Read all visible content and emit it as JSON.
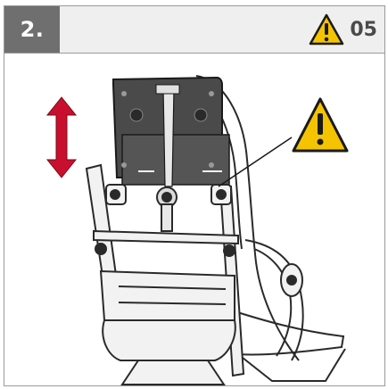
{
  "step": {
    "number": "2."
  },
  "warning": {
    "code": "05",
    "icon": "warning-triangle-icon"
  },
  "colors": {
    "step_badge_bg": "#6f6f6f",
    "header_bg": "#efefef",
    "warning_yellow": "#f5c400",
    "arrow_red": "#c8102e",
    "backrest_panel": "#4a4a4a"
  },
  "illustration": {
    "subject": "seat-backrest-height-adjustment",
    "icons": [
      "up-down-arrow-icon",
      "warning-triangle-icon"
    ]
  }
}
